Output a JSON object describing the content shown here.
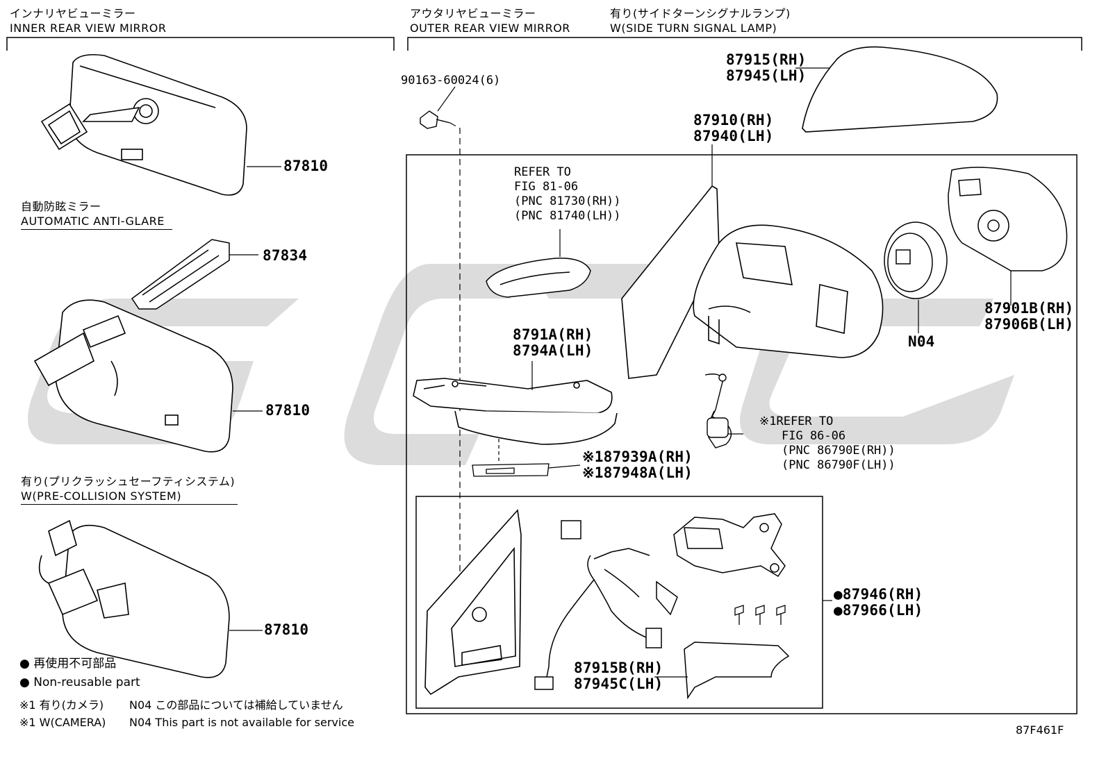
{
  "watermark": {
    "text": "SCG"
  },
  "inner": {
    "title_jp": "インナリヤビューミラー",
    "title_en": "INNER REAR VIEW MIRROR",
    "auto_jp": "自動防眩ミラー",
    "auto_en": "AUTOMATIC ANTI-GLARE",
    "pcs_jp": "有り(プリクラッシュセーフティシステム)",
    "pcs_en": "W(PRE-COLLISION SYSTEM)",
    "parts": {
      "p1": "87810",
      "p2": "87834",
      "p3": "87810",
      "p4": "87810"
    }
  },
  "outer": {
    "title_jp": "アウタリヤビューミラー",
    "title_en": "OUTER REAR VIEW MIRROR",
    "signal_jp": "有り(サイドターンシグナルランプ)",
    "signal_en": "W(SIDE TURN SIGNAL LAMP)",
    "parts": {
      "screw": "90163-60024(6)",
      "cover_rh": "87915(RH)",
      "cover_lh": "87945(LH)",
      "assy_rh": "87910(RH)",
      "assy_lh": "87940(LH)",
      "ref1": [
        "REFER TO",
        "FIG 81-06",
        "(PNC 81730(RH))",
        "(PNC 81740(LH))"
      ],
      "lamp_rh": "8791A(RH)",
      "lamp_lh": "8794A(LH)",
      "glass_rh": "87901B(RH)",
      "glass_lh": "87906B(LH)",
      "n04": "N04",
      "ref2": [
        "※1REFER TO",
        "FIG 86-06",
        "(PNC 86790E(RH))",
        "(PNC 86790F(LH))"
      ],
      "cam_rh": "※187939A(RH)",
      "cam_lh": "※187948A(LH)",
      "kit_rh": "●87946(RH)",
      "kit_lh": "●87966(LH)",
      "harness_rh": "87915B(RH)",
      "harness_lh": "87945C(LH)"
    }
  },
  "legend": {
    "nonreuse_jp": "再使用不可部品",
    "nonreuse_en": "Non-reusable part",
    "cam_jp_key": "※1 有り(カメラ)",
    "cam_en_key": "※1 W(CAMERA)",
    "n04_jp": "N04 この部品については補給していません",
    "n04_en": "N04 This part is not available for service"
  },
  "figure_id": "87F461F"
}
